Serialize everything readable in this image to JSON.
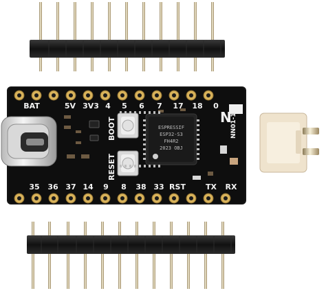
{
  "board": {
    "top_labels": [
      "BAT",
      "5V",
      "3V3",
      "4",
      "5",
      "6",
      "7",
      "17",
      "18",
      "0"
    ],
    "bottom_labels": [
      "35",
      "36",
      "37",
      "14",
      "9",
      "8",
      "38",
      "33",
      "RST",
      "TX",
      "RX"
    ],
    "button_boot_label": "BOOT",
    "button_reset_label": "RESET",
    "chip_line_1": "ESPRESSIF",
    "chip_line_2": "ESP32-S3",
    "chip_line_3": "FH4R2",
    "chip_line_4": "2023 OBJ",
    "module_code": "NN01-102",
    "logo_glyph": "N"
  },
  "colors": {
    "pcb": "#111111",
    "silkscreen": "#f2f2f2",
    "gold": "#d9b45a",
    "connector": "#efe3cd"
  }
}
